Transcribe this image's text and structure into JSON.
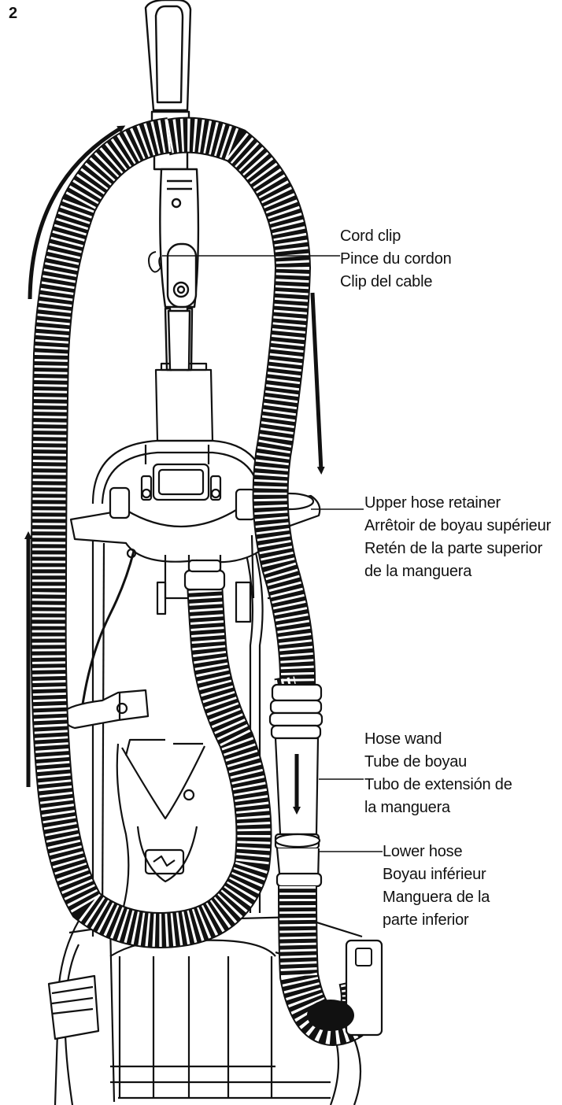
{
  "figure": {
    "step_number": "2"
  },
  "callouts": {
    "cord_clip": {
      "en": "Cord clip",
      "fr": "Pince du cordon",
      "es": "Clip del cable"
    },
    "upper_hose_retainer": {
      "en": "Upper hose retainer",
      "fr": "Arrêtoir de boyau supérieur",
      "es_1": "Retén de la parte superior",
      "es_2": "de la manguera"
    },
    "hose_wand": {
      "en": "Hose wand",
      "fr": "Tube de boyau",
      "es_1": "Tubo de extensión de",
      "es_2": "la manguera"
    },
    "lower_hose": {
      "en": "Lower hose",
      "fr": "Boyau inférieur",
      "es_1": "Manguera de la",
      "es_2": "parte inferior"
    }
  }
}
